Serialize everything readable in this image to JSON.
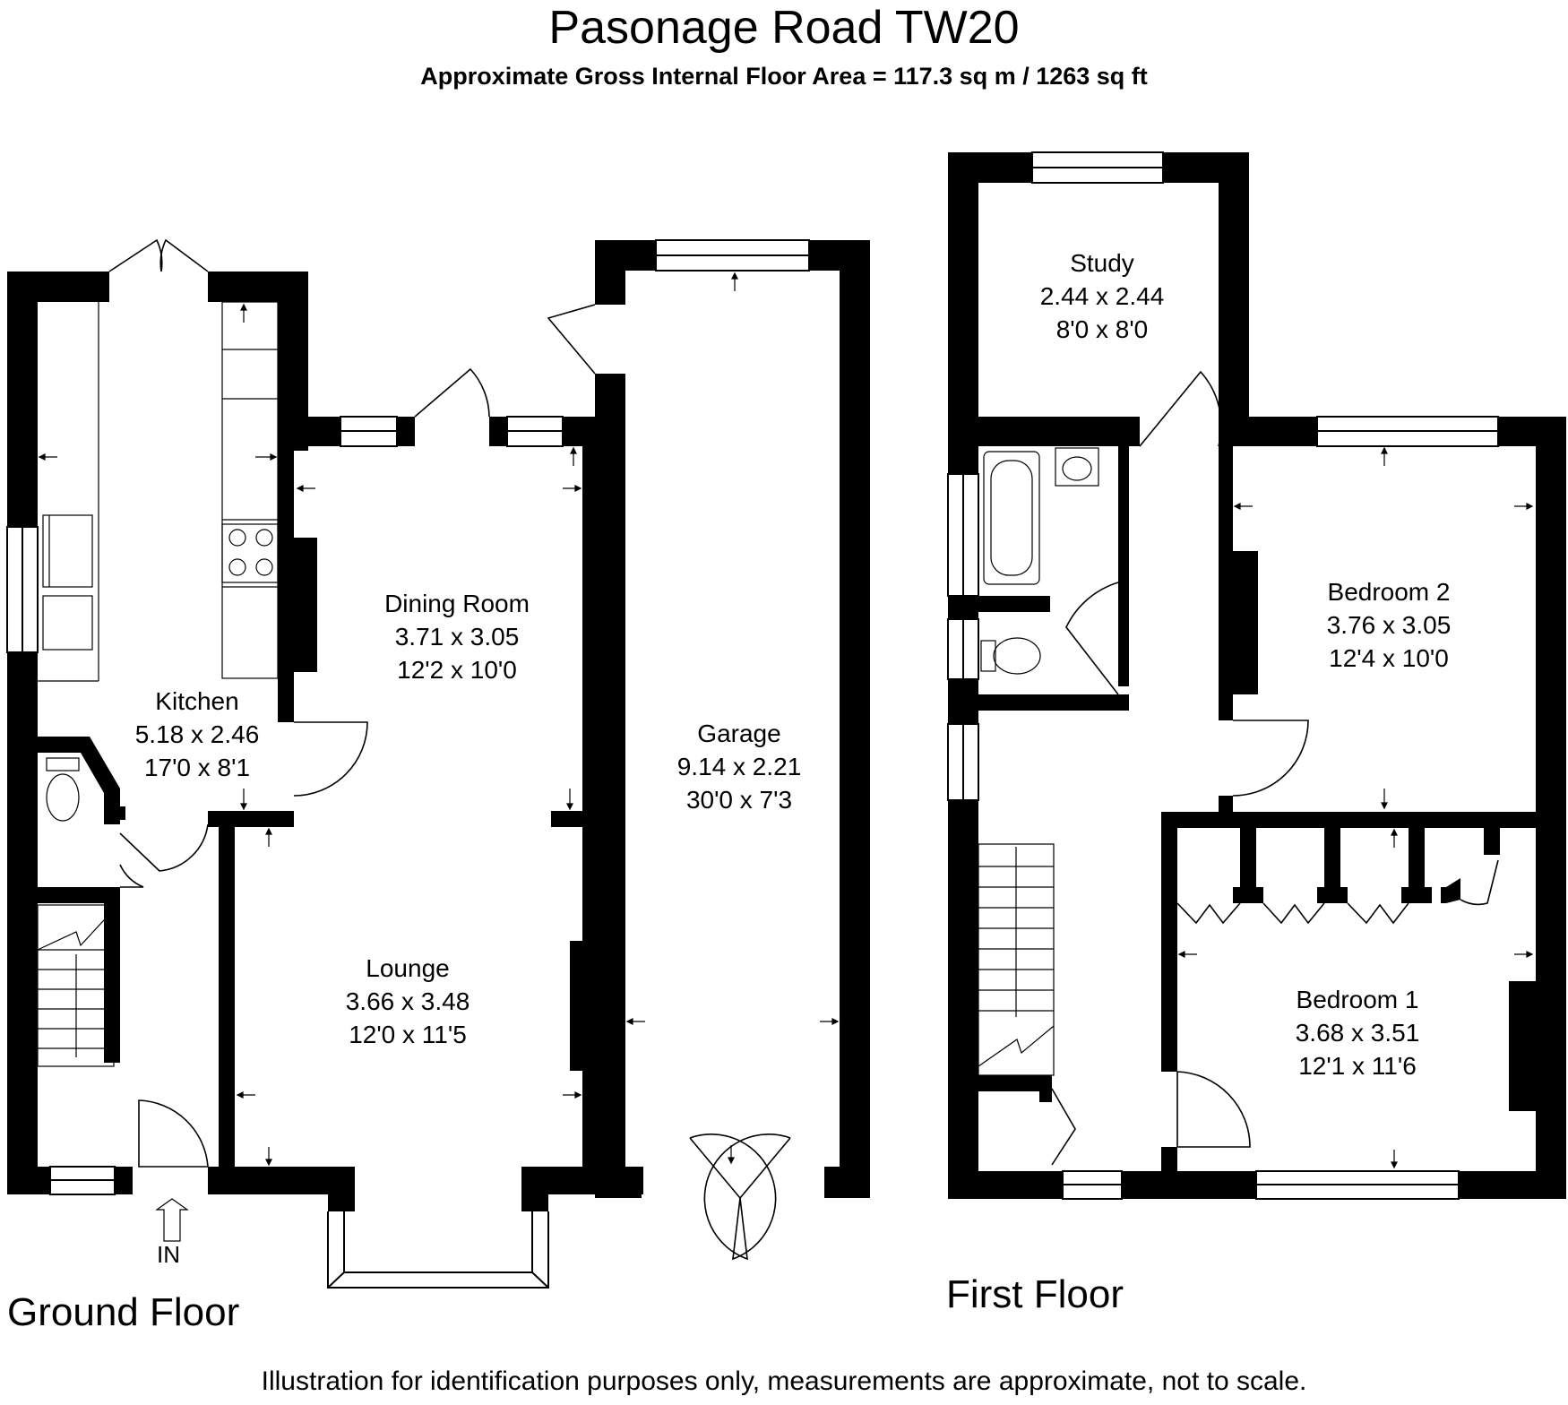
{
  "header": {
    "title": "Pasonage Road TW20",
    "subtitle": "Approximate Gross Internal Floor Area  = 117.3 sq m / 1263 sq ft"
  },
  "floors": {
    "ground": {
      "label": "Ground Floor"
    },
    "first": {
      "label": "First Floor"
    }
  },
  "entrance": {
    "label": "IN"
  },
  "rooms": {
    "kitchen": {
      "name": "Kitchen",
      "metric": "5.18 x 2.46",
      "imperial": "17'0 x 8'1"
    },
    "dining": {
      "name": "Dining Room",
      "metric": "3.71 x 3.05",
      "imperial": "12'2 x 10'0"
    },
    "lounge": {
      "name": "Lounge",
      "metric": "3.66 x 3.48",
      "imperial": "12'0 x 11'5"
    },
    "garage": {
      "name": "Garage",
      "metric": "9.14 x 2.21",
      "imperial": "30'0 x 7'3"
    },
    "study": {
      "name": "Study",
      "metric": "2.44 x 2.44",
      "imperial": "8'0 x 8'0"
    },
    "bedroom2": {
      "name": "Bedroom 2",
      "metric": "3.76 x 3.05",
      "imperial": "12'4 x 10'0"
    },
    "bedroom1": {
      "name": "Bedroom 1",
      "metric": "3.68 x 3.51",
      "imperial": "12'1 x 11'6"
    }
  },
  "disclaimer": "Illustration for identification purposes only, measurements are approximate, not to scale."
}
